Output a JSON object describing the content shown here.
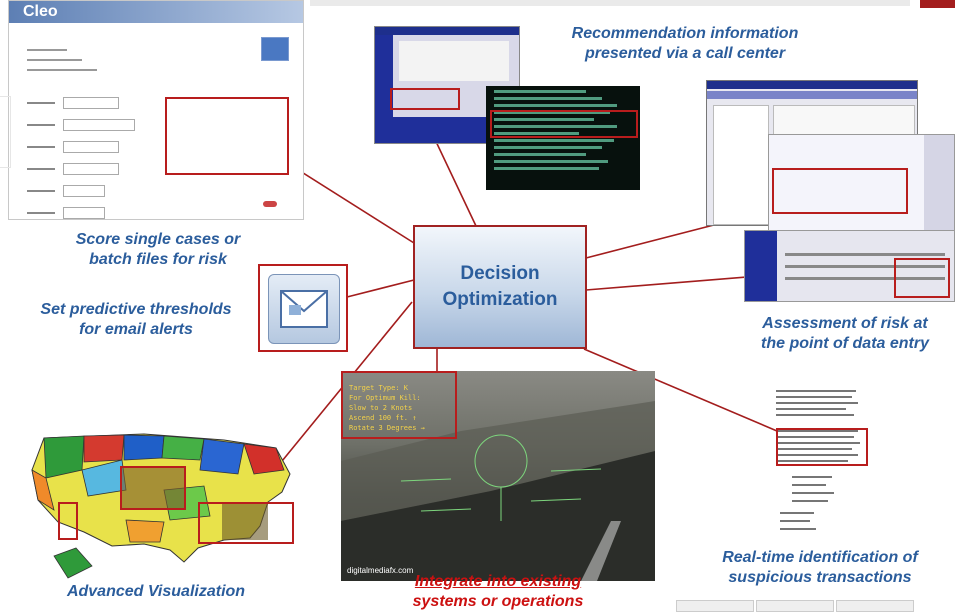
{
  "hub": {
    "line1": "Decision",
    "line2": "Optimization"
  },
  "captions": {
    "score": [
      "Score single cases or",
      "batch files for risk"
    ],
    "thresholds": [
      "Set predictive thresholds",
      "for email alerts"
    ],
    "visualization": "Advanced Visualization",
    "recommendation": [
      "Recommendation information",
      "presented via a call center"
    ],
    "assessment": [
      "Assessment of risk at",
      "the point of data entry"
    ],
    "realtime": [
      "Real-time identification of",
      "suspicious transactions"
    ],
    "integrate": [
      "Integrate into existing",
      "systems or operations"
    ]
  },
  "cleo_window": {
    "logo": "Cleo"
  },
  "hud": {
    "lines": [
      "Target Type:  K",
      "For Optimum Kill:",
      "Slow to 2 Knots",
      "Ascend 100 ft. ↑",
      "Rotate 3 Degrees →"
    ],
    "watermark": "digitalmediafx.com"
  },
  "colors": {
    "caption": "#2b5d9c",
    "accent_red": "#b81d1d",
    "link_red": "#cc1111",
    "hub_fill": "#c9d8ea"
  },
  "icons": {
    "email": "envelope-icon"
  }
}
